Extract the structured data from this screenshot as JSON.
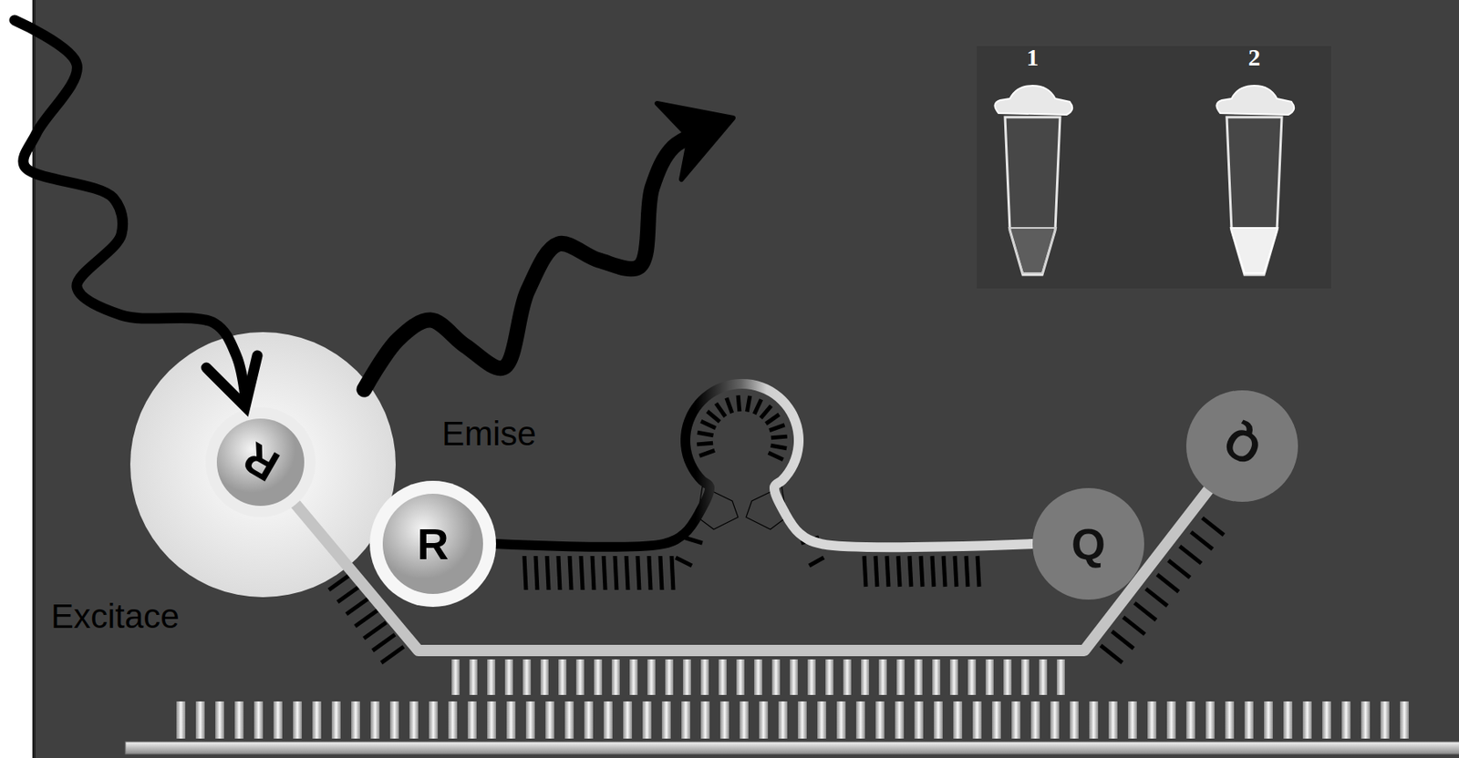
{
  "diagram": {
    "nodes": [
      {
        "text": [
          "R"
        ]
      },
      {
        "text": [
          "R"
        ]
      },
      {
        "text": [
          "Q"
        ]
      },
      {
        "text": [
          "Q"
        ]
      }
    ],
    "edges": [
      {
        "from": 1,
        "to": 2,
        "arrow": "none"
      },
      {
        "from": 0,
        "to": 3,
        "arrow": "none"
      }
    ],
    "labels": [
      "Emise",
      "Excitace",
      "1",
      "2"
    ]
  }
}
